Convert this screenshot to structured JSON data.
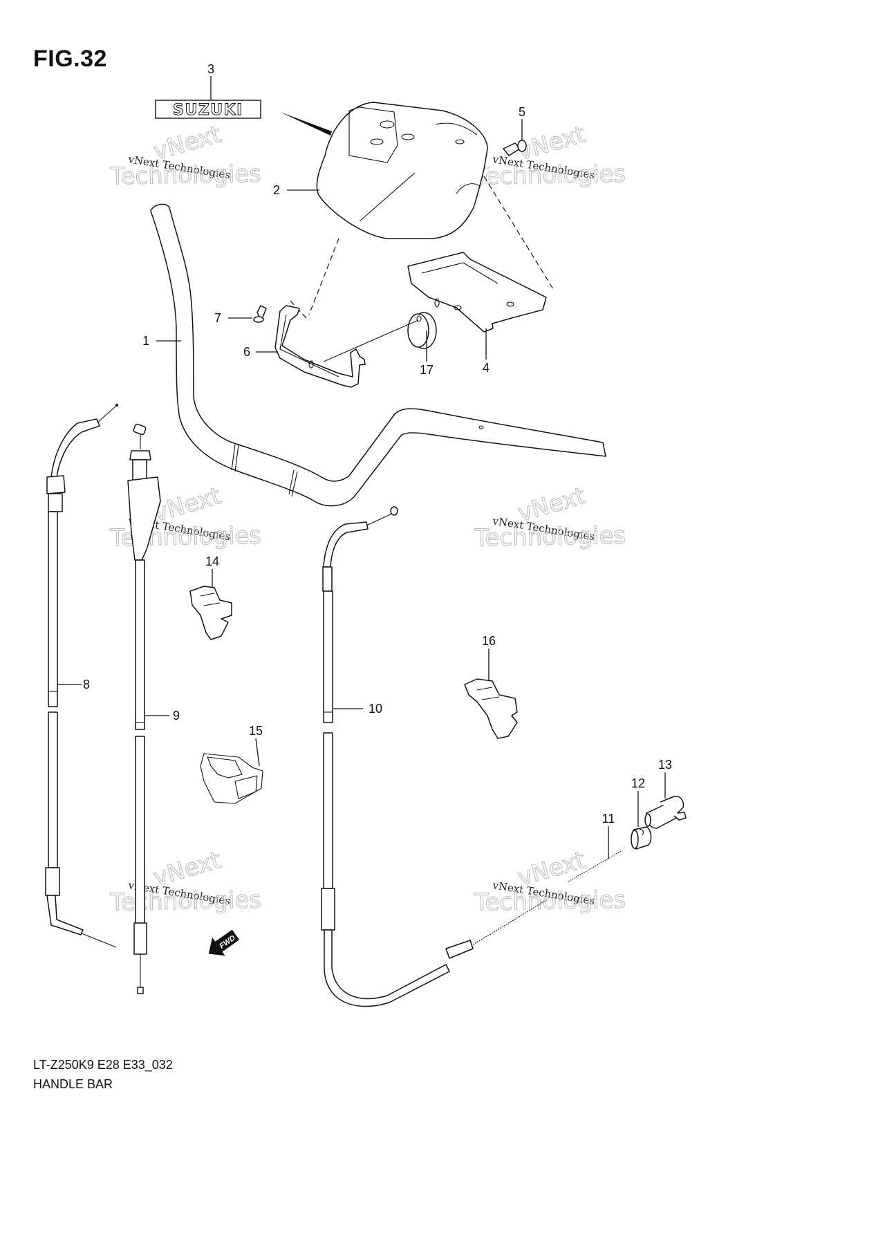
{
  "figure": {
    "title": "FIG.32",
    "model_code": "LT-Z250K9 E28 E33_032",
    "section_name": "HANDLE BAR"
  },
  "emblem_text": "SUZUKI",
  "direction_marker": "FWD",
  "watermark": {
    "small": "vNext Technologies",
    "big_line1": "vNext",
    "big_line2": "Technologies"
  },
  "callouts": [
    {
      "number": "1",
      "part": "handlebar"
    },
    {
      "number": "2",
      "part": "handlebar-cover"
    },
    {
      "number": "3",
      "part": "suzuki-emblem"
    },
    {
      "number": "4",
      "part": "cover-bracket"
    },
    {
      "number": "5",
      "part": "screw"
    },
    {
      "number": "6",
      "part": "lower-bracket"
    },
    {
      "number": "7",
      "part": "screw"
    },
    {
      "number": "8",
      "part": "cable"
    },
    {
      "number": "9",
      "part": "throttle-cable"
    },
    {
      "number": "10",
      "part": "brake-cable"
    },
    {
      "number": "11",
      "part": "spring"
    },
    {
      "number": "12",
      "part": "cable-joint"
    },
    {
      "number": "13",
      "part": "cable-end-pin"
    },
    {
      "number": "14",
      "part": "cable-clamp"
    },
    {
      "number": "15",
      "part": "wire-clamp"
    },
    {
      "number": "16",
      "part": "cable-clamp"
    },
    {
      "number": "17",
      "part": "cushion"
    }
  ]
}
